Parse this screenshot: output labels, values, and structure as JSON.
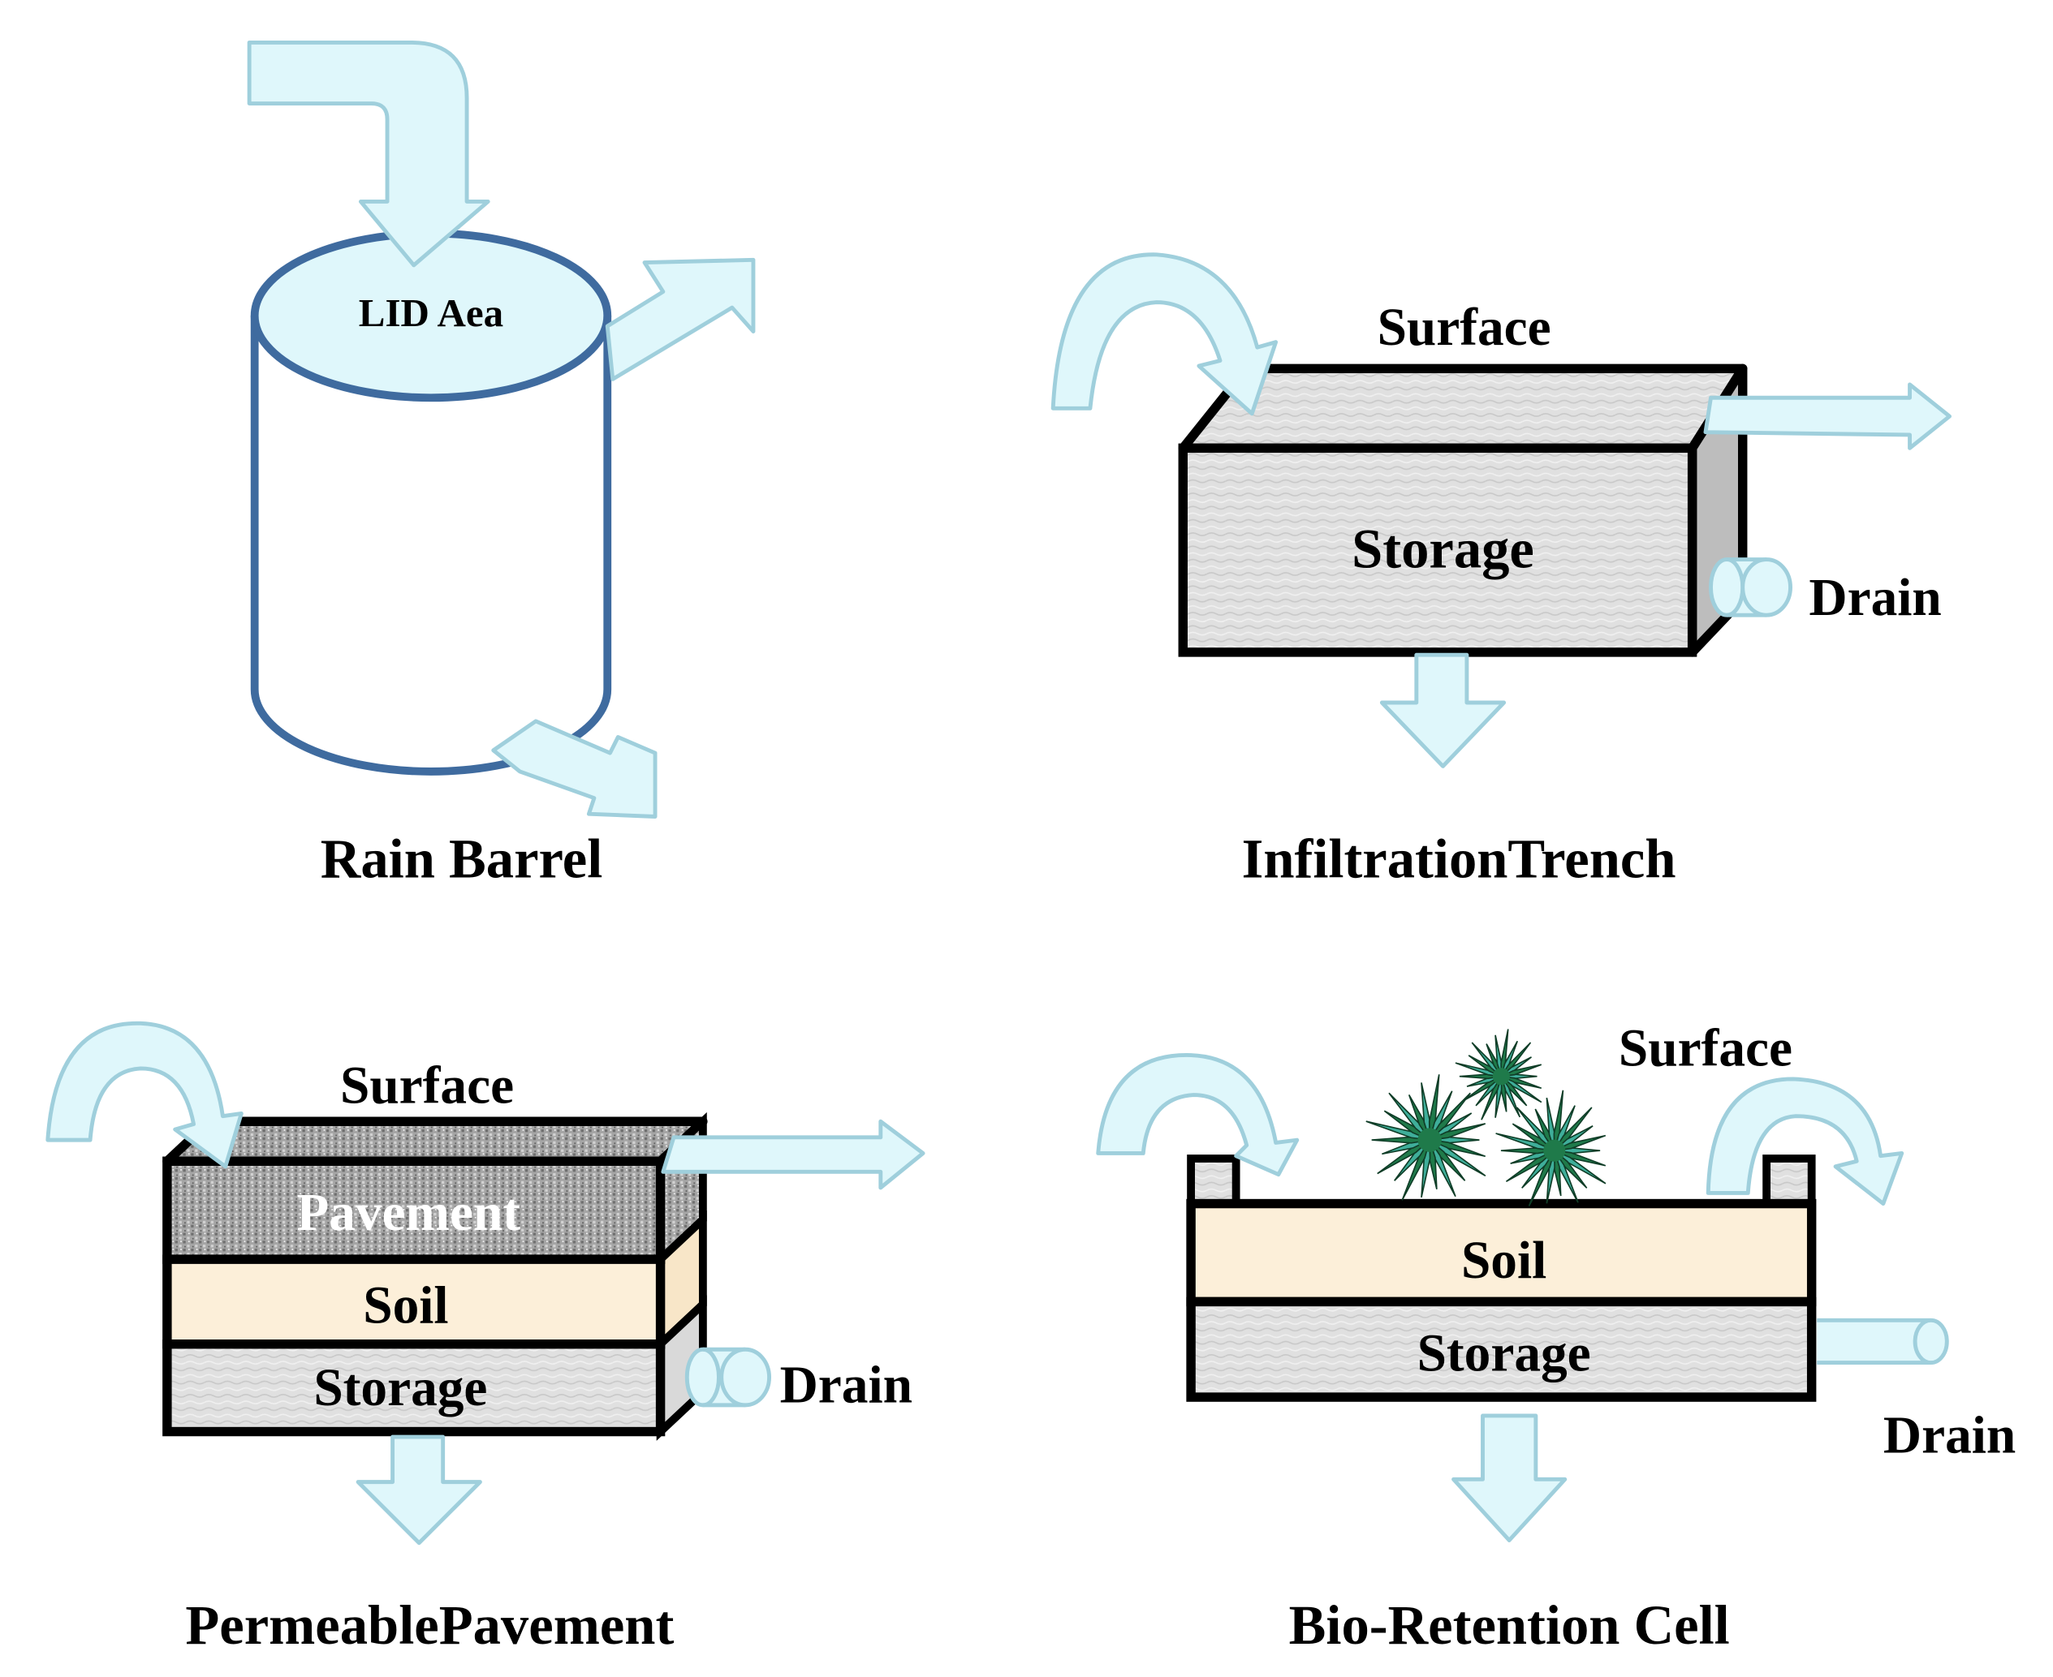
{
  "colors": {
    "arrow_fill": "#dff7fb",
    "arrow_stroke": "#9fcfdc",
    "barrel_stroke": "#3f6b9f",
    "outline": "#000000",
    "gravel": "#e2e2e2",
    "pavement": "#9a9a9a",
    "soil": "#fcefd9",
    "plant_dark": "#1f7a4a",
    "plant_light": "#3fae9a"
  },
  "rain_barrel": {
    "top_label": "LID Aea",
    "caption": "Rain Barrel"
  },
  "infiltration_trench": {
    "surface_label": "Surface",
    "storage_label": "Storage",
    "drain_label": "Drain",
    "caption": "InfiltrationTrench"
  },
  "permeable_pavement": {
    "surface_label": "Surface",
    "pavement_label": "Pavement",
    "soil_label": "Soil",
    "storage_label": "Storage",
    "drain_label": "Drain",
    "caption": "PermeablePavement"
  },
  "bio_retention": {
    "surface_label": "Surface",
    "soil_label": "Soil",
    "storage_label": "Storage",
    "drain_label": "Drain",
    "caption": "Bio-Retention Cell"
  }
}
